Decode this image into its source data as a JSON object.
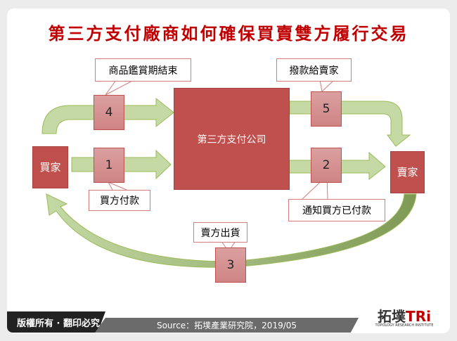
{
  "title": "第三方支付廠商如何確保買賣雙方履行交易",
  "nodes": {
    "buyer": "買家",
    "seller": "賣家",
    "center": "第三方支付公司"
  },
  "steps": [
    {
      "num": "1",
      "label": "買方付款"
    },
    {
      "num": "2",
      "label": "通知買方已付款"
    },
    {
      "num": "3",
      "label": "賣方出貨"
    },
    {
      "num": "4",
      "label": "商品鑑賞期結束"
    },
    {
      "num": "5",
      "label": "撥款給賣家"
    }
  ],
  "footer": {
    "copyright": "版權所有 · 翻印必究",
    "source": "Source：拓墣產業研究院，2019/05",
    "logo_cn": "拓墣",
    "logo_en": "TRi",
    "logo_sub": "TOPOLOGY RESEARCH INSTITUTE"
  },
  "colors": {
    "title": "#c00000",
    "box": "#c0504d",
    "arrow": "#c4d9a4",
    "step": "#d99594"
  }
}
